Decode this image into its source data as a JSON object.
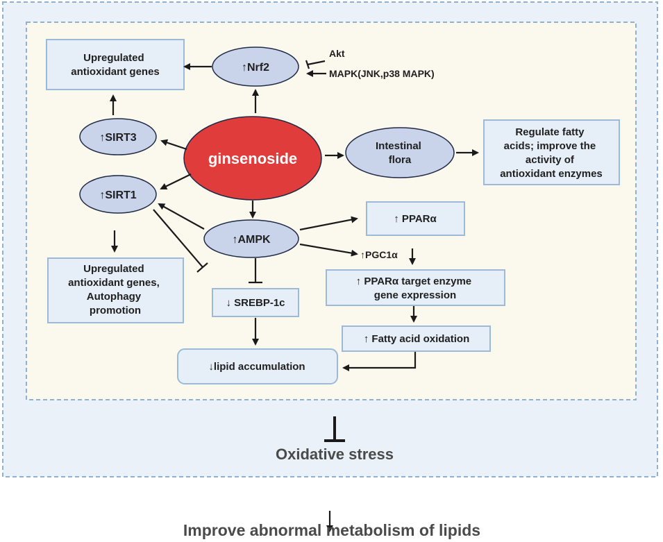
{
  "nodes": {
    "ginsenoside": "ginsenoside",
    "nrf2": "↑Nrf2",
    "akt": "Akt",
    "mapk": "MAPK(JNK,p38 MAPK)",
    "upregulated_top": [
      "Upregulated",
      "antioxidant genes"
    ],
    "sirt3": "↑SIRT3",
    "sirt1": "↑SIRT1",
    "intestinal": [
      "Intestinal",
      "flora"
    ],
    "regulate": [
      "Regulate fatty",
      "acids;  improve the",
      "activity of",
      "antioxidant enzymes"
    ],
    "ampk": "↑AMPK",
    "ppara": "↑ PPARα",
    "pgc1a": "↑PGC1α",
    "target_enzyme": [
      "↑ PPARα target enzyme",
      "gene expression"
    ],
    "fatty_ox": "↑ Fatty acid oxidation",
    "srebp": "↓ SREBP-1c",
    "lipid": "↓lipid accumulation",
    "upregulated_bottom": [
      "Upregulated",
      "antioxidant genes,",
      "Autophagy",
      "promotion"
    ]
  },
  "oxidative_stress": "Oxidative stress",
  "conclusion": "Improve abnormal metabolism of lipids",
  "colors": {
    "outer_panel": "#eaf1f9",
    "outer_border": "#8fb0d0",
    "inner_panel": "#fbf8ee",
    "box_fill": "#e6eef8",
    "box_border": "#9cbad8",
    "ellipse_fill": "#c9d3ea",
    "ellipse_border": "#1f2a44",
    "ginsenoside_fill": "#e03c3c",
    "text_gray": "#4a4a4a"
  }
}
